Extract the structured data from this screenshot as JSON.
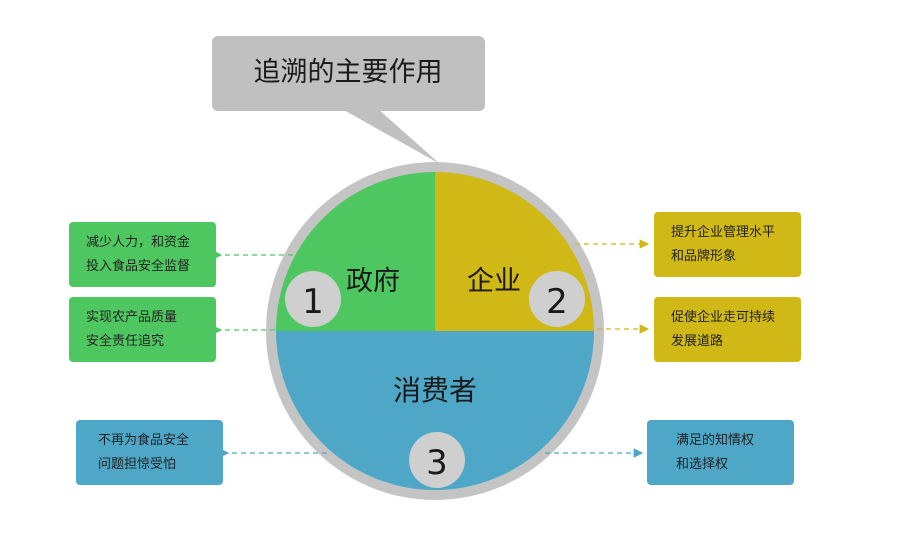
{
  "title": "追溯的主要作用",
  "sections": {
    "government": {
      "label": "政府",
      "number": "1"
    },
    "enterprise": {
      "label": "企业",
      "number": "2"
    },
    "consumer": {
      "label": "消费者",
      "number": "3"
    }
  },
  "boxes": {
    "gov_1": {
      "line1": "减少人力，和资金",
      "line2": "投入食品安全监督"
    },
    "gov_2": {
      "line1": "实现农产品质量",
      "line2": "安全责任追究"
    },
    "ent_1": {
      "line1": "提升企业管理水平",
      "line2": "和品牌形象"
    },
    "ent_2": {
      "line1": "促使企业走可持续",
      "line2": "发展道路"
    },
    "con_1": {
      "line1": "不再为食品安全",
      "line2": "问题担惊受怕"
    },
    "con_2": {
      "line1": "满足的知情权",
      "line2": "和选择权"
    }
  },
  "colors": {
    "government": "#4ec761",
    "enterprise": "#d0b816",
    "consumer": "#4fa7c8",
    "ring": "#c4c4c4",
    "callout": "#c0c0c0",
    "badge": "#cfcfcf"
  }
}
